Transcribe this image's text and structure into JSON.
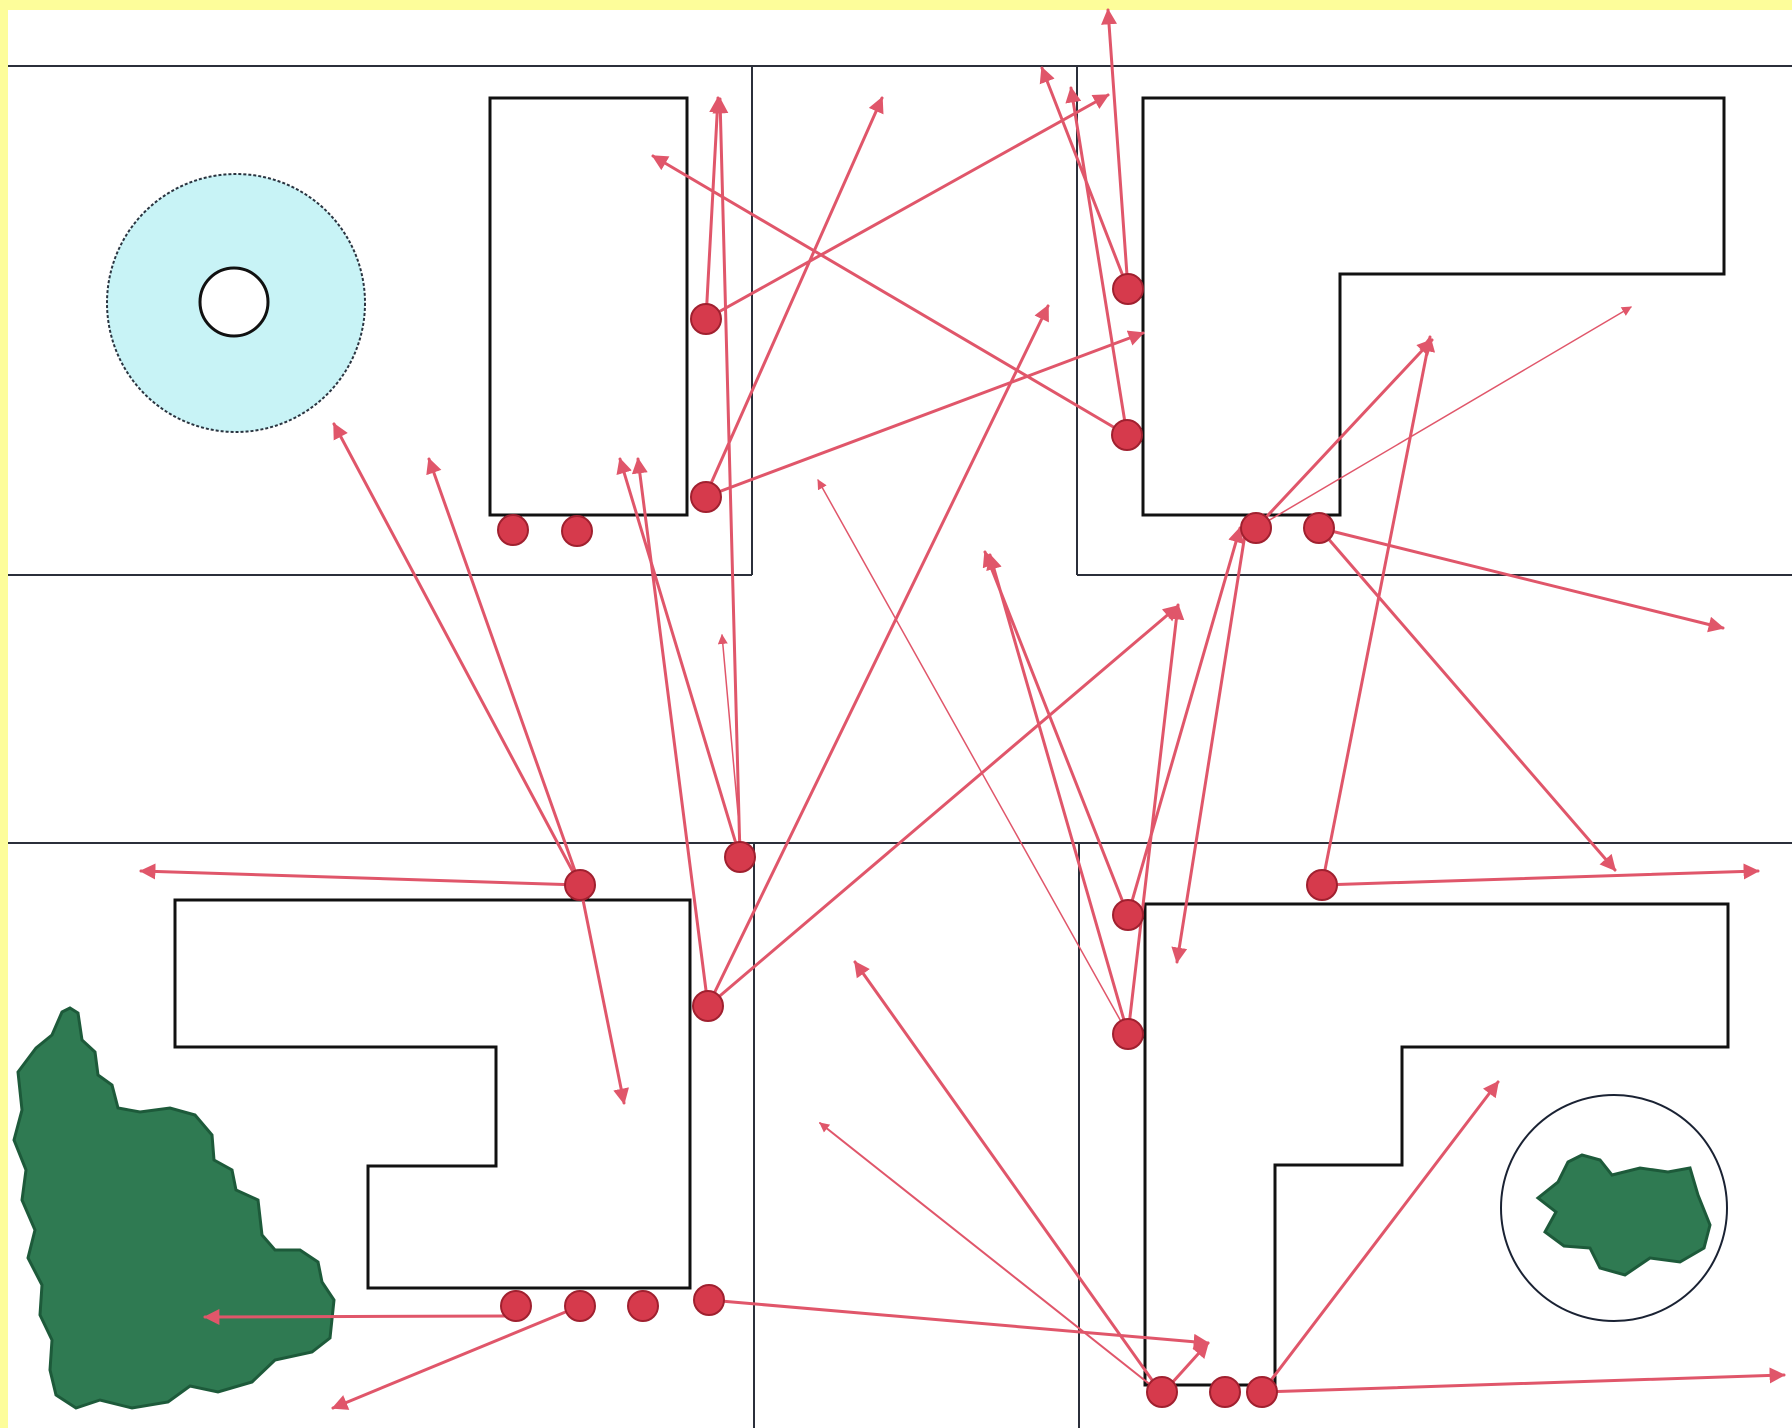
{
  "diagram": {
    "colors": {
      "frame": "#fdfd9a",
      "paper": "#ffffff",
      "street_line": "#2b2f3a",
      "building_fill": "#ffffff",
      "building_stroke": "#111111",
      "water_fill": "#c8f3f6",
      "vegetation_fill": "#2f7a52",
      "vegetation_stroke": "#1d5a3a",
      "flow_color": "#e0566a",
      "access_point_fill": "#d63a4c",
      "access_point_stroke": "#a0202f"
    },
    "elements": {
      "buildings": [
        "rect-building-top-left",
        "l-building-top-right",
        "e-building-bottom-left",
        "l-building-bottom-right"
      ],
      "water_feature": "round-pond",
      "vegetation": [
        "tree-cluster-left",
        "tree-cluster-circle-right"
      ],
      "access_point_count": 23,
      "flow_arrow_count": 30
    }
  }
}
